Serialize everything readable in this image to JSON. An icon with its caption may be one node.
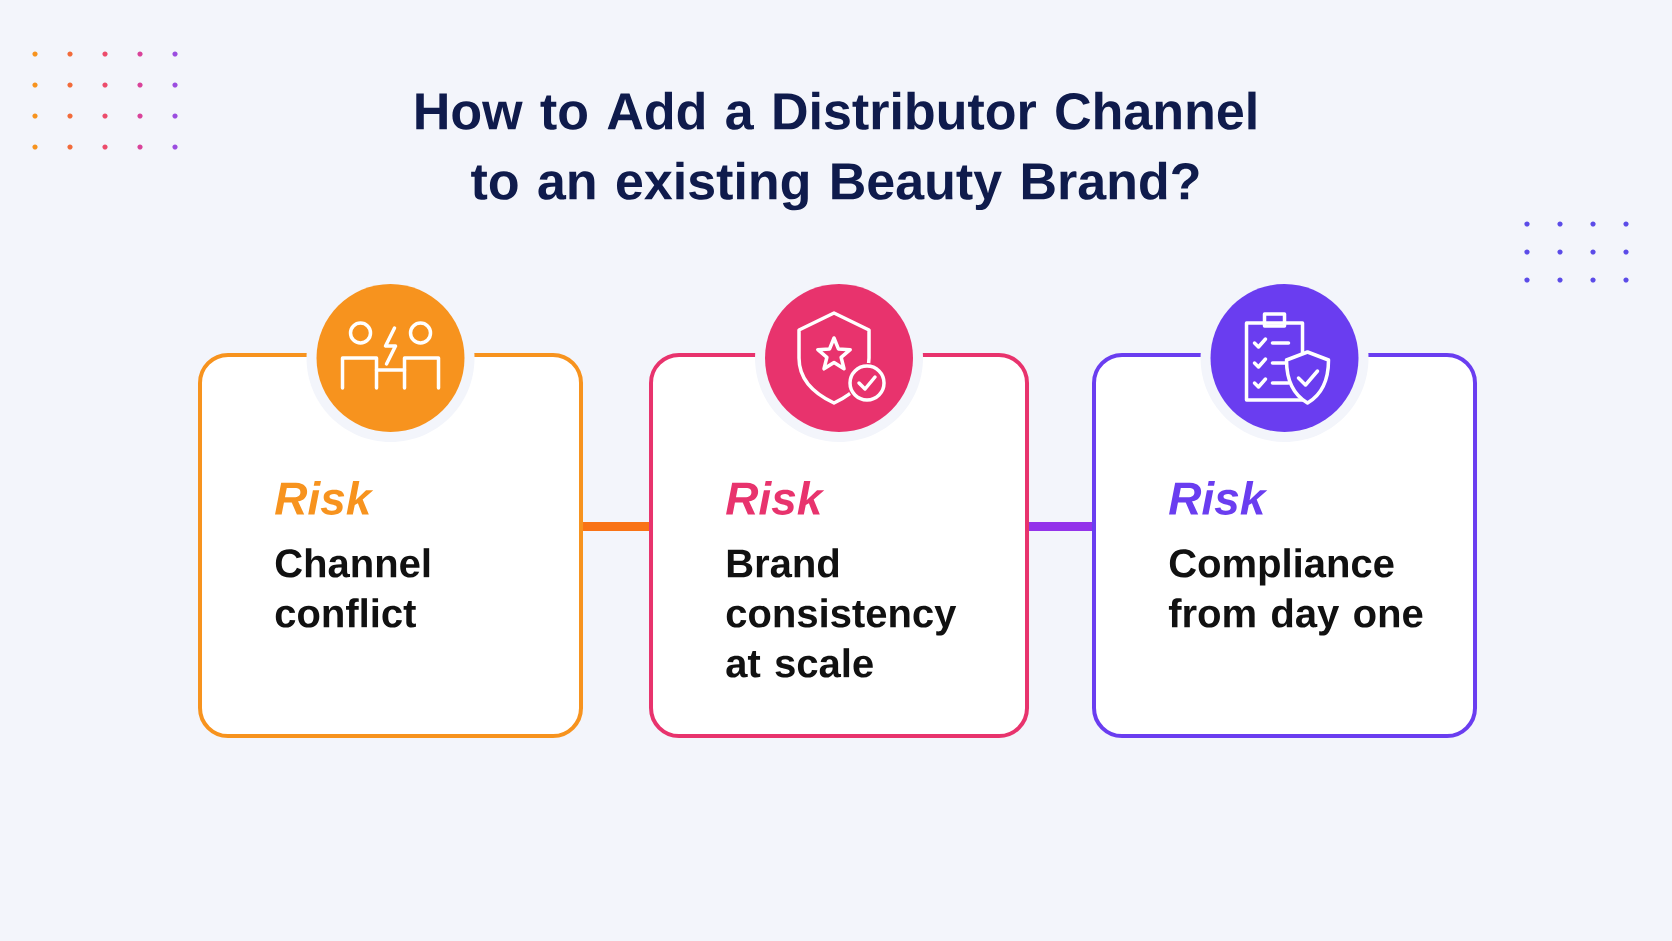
{
  "diagram": {
    "title": "How to Add a Distributor Channel to an existing Beauty Brand?",
    "nodes": [
      {
        "text": [
          "Risk",
          "Channel conflict"
        ]
      },
      {
        "text": [
          "Risk",
          "Brand consistency at scale"
        ]
      },
      {
        "text": [
          "Risk",
          "Compliance from day one"
        ]
      }
    ],
    "edges": [
      {
        "from": 0,
        "to": 1,
        "arrow": "none",
        "color": "#f97316"
      },
      {
        "from": 1,
        "to": 2,
        "arrow": "none",
        "color": "#9333ea"
      }
    ]
  }
}
